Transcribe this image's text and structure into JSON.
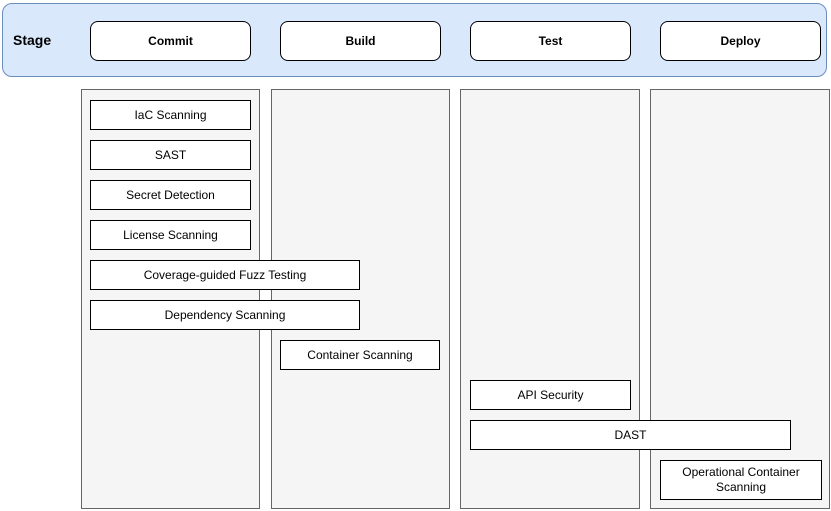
{
  "diagram": {
    "header_label": "Stage",
    "stages": [
      {
        "label": "Commit"
      },
      {
        "label": "Build"
      },
      {
        "label": "Test"
      },
      {
        "label": "Deploy"
      }
    ],
    "tasks": [
      {
        "label": "IaC Scanning",
        "stages": [
          "Commit"
        ]
      },
      {
        "label": "SAST",
        "stages": [
          "Commit"
        ]
      },
      {
        "label": "Secret Detection",
        "stages": [
          "Commit"
        ]
      },
      {
        "label": "License Scanning",
        "stages": [
          "Commit"
        ]
      },
      {
        "label": "Coverage-guided Fuzz Testing",
        "stages": [
          "Commit",
          "Build"
        ]
      },
      {
        "label": "Dependency Scanning",
        "stages": [
          "Commit",
          "Build"
        ]
      },
      {
        "label": "Container Scanning",
        "stages": [
          "Build"
        ]
      },
      {
        "label": "API Security",
        "stages": [
          "Test"
        ]
      },
      {
        "label": "DAST",
        "stages": [
          "Test",
          "Deploy"
        ]
      },
      {
        "label": "Operational Container Scanning",
        "stages": [
          "Deploy"
        ]
      }
    ],
    "colors": {
      "header_fill": "#dae8fc",
      "header_stroke": "#6c8ebf",
      "column_fill": "#f5f5f5",
      "column_stroke": "#666666",
      "box_fill": "#ffffff",
      "box_stroke": "#000000"
    }
  }
}
